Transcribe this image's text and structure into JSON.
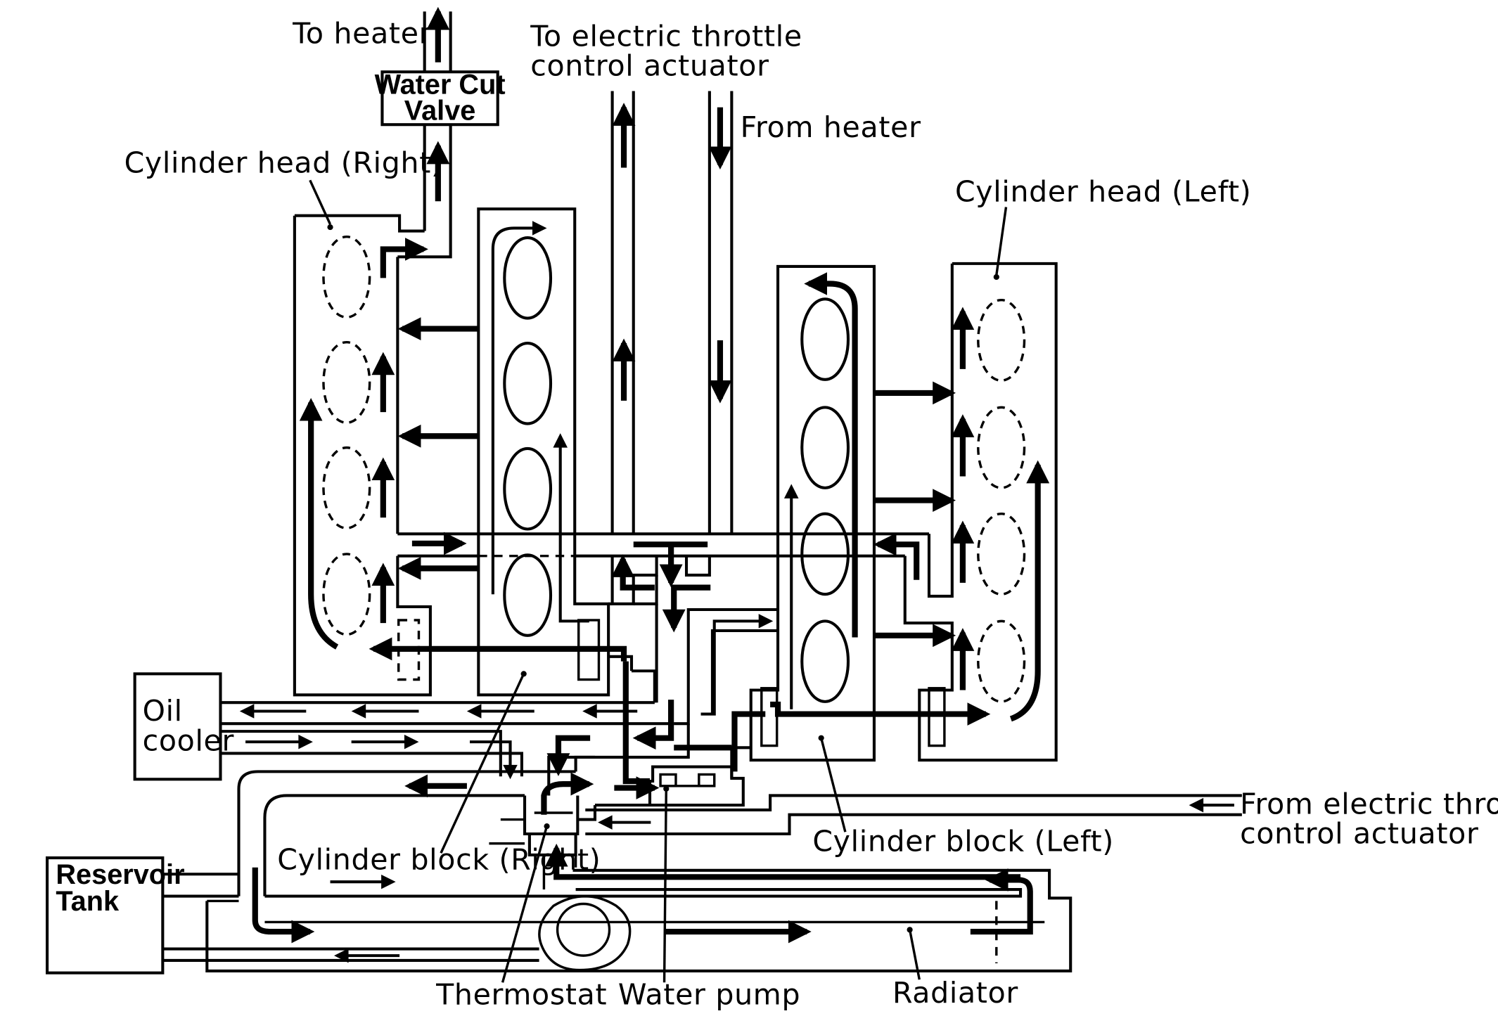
{
  "labels": {
    "to_heater": "To heater",
    "water_cut_valve_1": "Water Cut",
    "water_cut_valve_2": "Valve",
    "to_etc_1": "To electric throttle",
    "to_etc_2": "control actuator",
    "from_heater": "From heater",
    "cyl_head_right": "Cylinder head (Right)",
    "cyl_head_left": "Cylinder head (Left)",
    "oil_cooler_1": "Oil",
    "oil_cooler_2": "cooler",
    "from_etc_1": "From electric throttle",
    "from_etc_2": "control actuator",
    "cyl_block_left": "Cylinder block (Left)",
    "cyl_block_right": "Cylinder block (Right)",
    "reservoir_1": "Reservoir",
    "reservoir_2": "Tank",
    "thermostat": "Thermostat",
    "water_pump": "Water pump",
    "radiator": "Radiator"
  }
}
